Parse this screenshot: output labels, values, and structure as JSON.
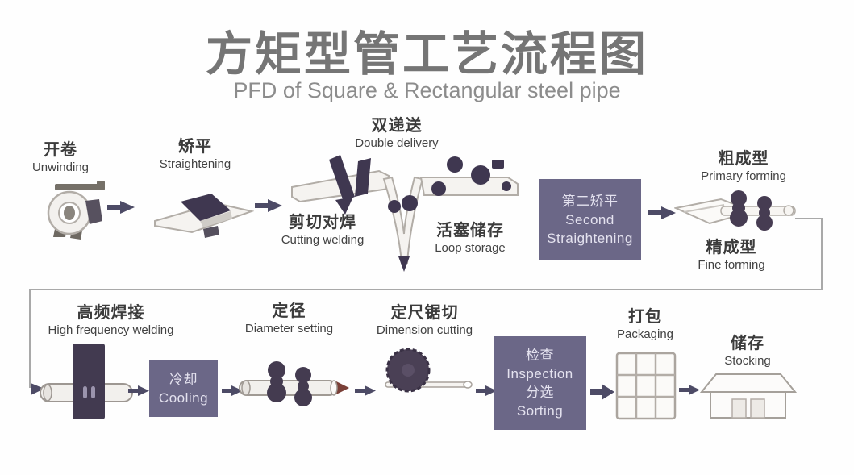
{
  "title": {
    "zh": "方矩型管工艺流程图",
    "en": "PFD of Square & Rectangular steel pipe"
  },
  "steps": {
    "unwinding": {
      "zh": "开卷",
      "en": "Unwinding"
    },
    "straightening": {
      "zh": "矫平",
      "en": "Straightening"
    },
    "double_delivery": {
      "zh": "双递送",
      "en": "Double delivery"
    },
    "cutting_welding": {
      "zh": "剪切对焊",
      "en": "Cutting welding"
    },
    "loop_storage": {
      "zh": "活塞储存",
      "en": "Loop storage"
    },
    "second_straightening": {
      "zh": "第二矫平",
      "en_line1": "Second",
      "en_line2": "Straightening"
    },
    "primary_forming": {
      "zh": "粗成型",
      "en": "Primary forming"
    },
    "fine_forming": {
      "zh": "精成型",
      "en": "Fine forming"
    },
    "high_frequency_welding": {
      "zh": "高频焊接",
      "en": "High frequency welding"
    },
    "cooling": {
      "zh": "冷却",
      "en": "Cooling"
    },
    "diameter_setting": {
      "zh": "定径",
      "en": "Diameter setting"
    },
    "dimension_cutting": {
      "zh": "定尺锯切",
      "en": "Dimension cutting"
    },
    "inspection_sorting": {
      "zh_line1": "检查",
      "en_line1": "Inspection",
      "zh_line2": "分选",
      "en_line2": "Sorting"
    },
    "packaging": {
      "zh": "打包",
      "en": "Packaging"
    },
    "stocking": {
      "zh": "储存",
      "en": "Stocking"
    }
  },
  "flow_order": [
    "unwinding",
    "straightening",
    "double_delivery (cutting_welding / loop_storage)",
    "second_straightening",
    "primary_forming / fine_forming",
    "high_frequency_welding",
    "cooling",
    "diameter_setting",
    "dimension_cutting",
    "inspection_sorting",
    "packaging",
    "stocking"
  ],
  "colors": {
    "process_box": "#6b6787",
    "arrow": "#4d4b66",
    "connector_line": "#a9a9a9",
    "title_zh": "#757575",
    "title_en": "#8c8c8c",
    "label_text": "#3c3c3c",
    "machine_dark": "#3f3750",
    "machine_light": "#f5f3f0",
    "machine_outline": "#b2ada7",
    "saw_tip": "#7a4038"
  }
}
